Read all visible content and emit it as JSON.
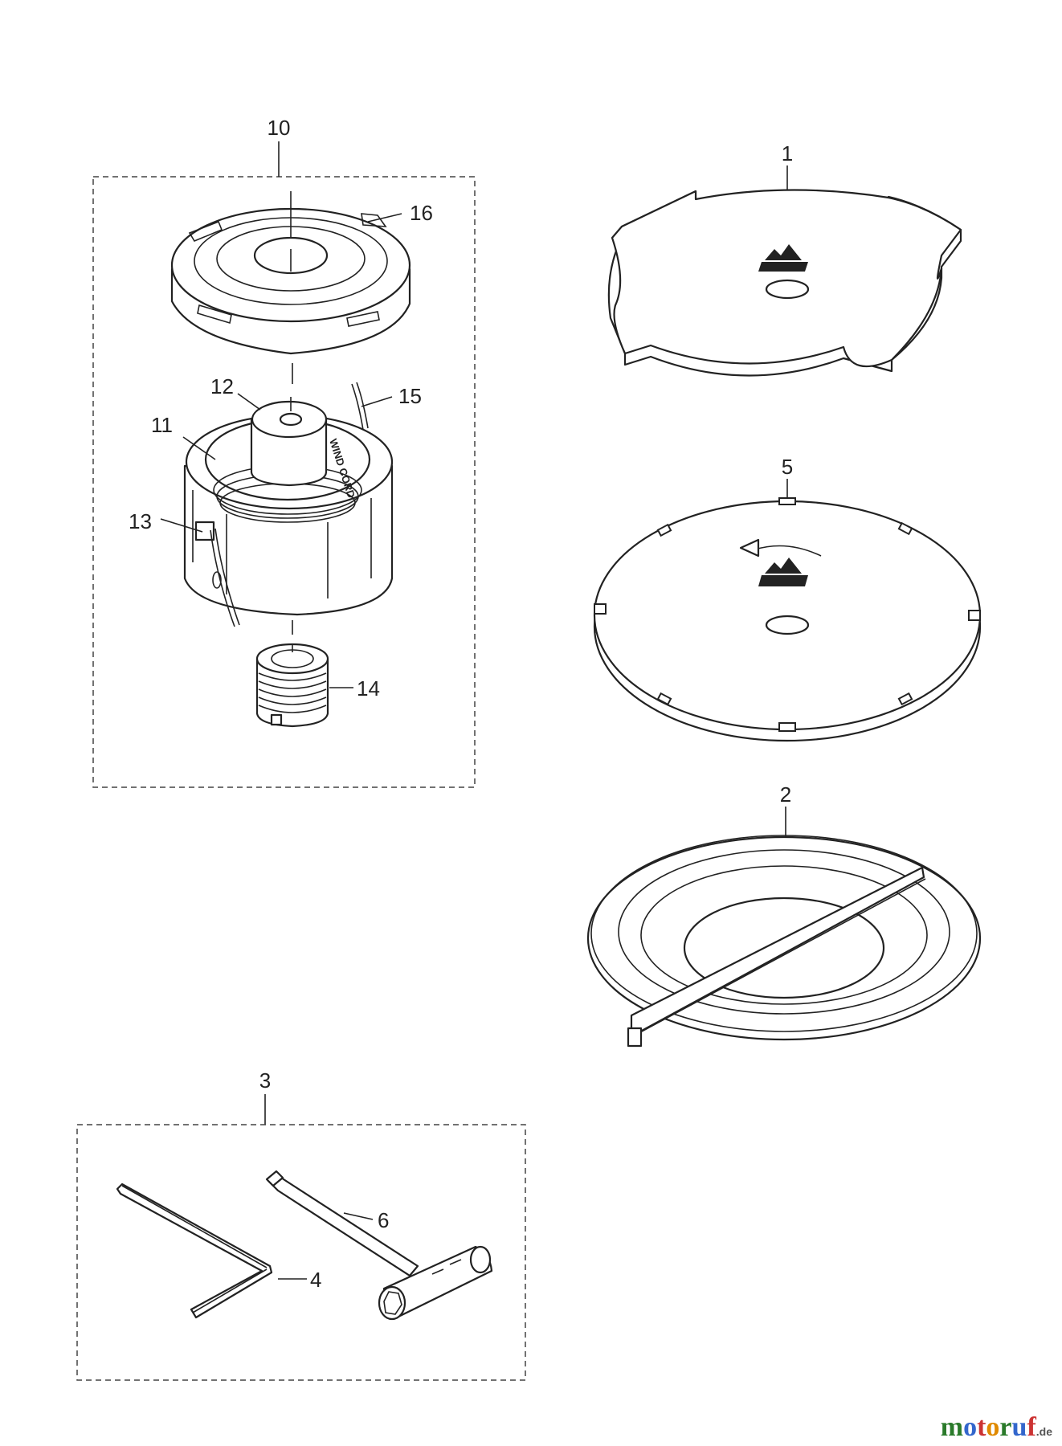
{
  "callouts": {
    "p1": "1",
    "p2": "2",
    "p3": "3",
    "p4": "4",
    "p5": "5",
    "p6": "6",
    "p10": "10",
    "p11": "11",
    "p12": "12",
    "p13": "13",
    "p14": "14",
    "p15": "15",
    "p16": "16"
  },
  "spool_text": "WIND CORD",
  "watermark": {
    "letters": [
      "m",
      "o",
      "t",
      "o",
      "r",
      "u",
      "f"
    ],
    "colors": [
      "#2a7a2a",
      "#3366cc",
      "#cc3333",
      "#e08a00",
      "#2a7a2a",
      "#3366cc",
      "#cc3333"
    ],
    "suffix": ".de"
  }
}
